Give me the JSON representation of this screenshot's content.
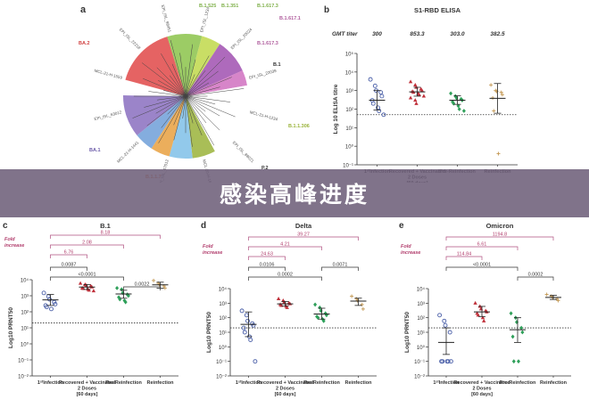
{
  "banner": {
    "text": "感染高峰进度"
  },
  "tree": {
    "panel_label": "a",
    "clades": [
      {
        "name": "B.1.525",
        "color": "#7fb04a"
      },
      {
        "name": "B.1.351",
        "color": "#7fb04a"
      },
      {
        "name": "B.1.617.3",
        "color": "#7fb04a"
      },
      {
        "name": "B.1.617.1",
        "color": "#b05e9e"
      },
      {
        "name": "B.1.617.3",
        "color": "#b05e9e"
      },
      {
        "name": "B.1",
        "color": "#333333"
      },
      {
        "name": "B.1.1.306",
        "color": "#9ab33a"
      },
      {
        "name": "P.2",
        "color": "#333333"
      },
      {
        "name": "B.1.1.7",
        "color": "#e07a3a"
      },
      {
        "name": "BA.1",
        "color": "#6a5aa8"
      },
      {
        "name": "BA.2",
        "color": "#d04040"
      }
    ],
    "sectors": [
      {
        "color": "#8bc34a",
        "frac": 0.09
      },
      {
        "color": "#c0d84a",
        "frac": 0.05
      },
      {
        "color": "#a050b0",
        "frac": 0.09
      },
      {
        "color": "#d070c0",
        "frac": 0.04
      },
      {
        "color": "#ffffff",
        "frac": 0.2
      },
      {
        "color": "#9ab33a",
        "frac": 0.06
      },
      {
        "color": "#7fc0e8",
        "frac": 0.06
      },
      {
        "color": "#e8a040",
        "frac": 0.05
      },
      {
        "color": "#6f9fd8",
        "frac": 0.05
      },
      {
        "color": "#8a6fc0",
        "frac": 0.11
      },
      {
        "color": "#ffffff",
        "frac": 0.04
      },
      {
        "color": "#e04848",
        "frac": 0.16
      }
    ],
    "tip_labels": [
      "EPI_ISL_1234",
      "EPI_ISL_20024",
      "EPI_ISL_22039",
      "MCL-21-H-1234",
      "EPI_ISL_88021",
      "MCL-20-H-1601",
      "EPI_ISL_47512",
      "MCL-21-H-1441",
      "EPI_ISL_63012",
      "MCL-21-H-1559",
      "EPI_ISL_22218",
      "EPI_ISL_98451"
    ]
  },
  "chart_data": [
    {
      "id": "b",
      "type": "scatter",
      "panel_label": "b",
      "title": "S1-RBD ELISA",
      "ylabel": "Log 10 ELISA titre",
      "y_scale": "log",
      "ylim": [
        0.1,
        100000
      ],
      "y_ticks": [
        "10⁵",
        "10⁴",
        "10³",
        "10²",
        "10¹",
        "10⁰",
        "10⁻¹"
      ],
      "header_label": "GMT titer",
      "categories": [
        "1ˢᵗInfection",
        "Recovered + Vaccinated 2 Doses [60 days]",
        "Pre-Reinfection",
        "Reinfection"
      ],
      "header_values": [
        "300",
        "853.3",
        "303.0",
        "382.5"
      ],
      "colors": [
        "#4a5fa8",
        "#c0303a",
        "#2fa05a",
        "#c8a060"
      ],
      "markers": [
        "circle",
        "triangle",
        "diamond",
        "plus"
      ],
      "points": [
        [
          4000,
          1800,
          1000,
          800,
          500,
          300,
          200,
          120,
          80,
          50
        ],
        [
          3000,
          2000,
          1500,
          1200,
          1000,
          900,
          800,
          700,
          600,
          500,
          400,
          300,
          200
        ],
        [
          700,
          500,
          400,
          350,
          300,
          250,
          200,
          150,
          100,
          80
        ],
        [
          2000,
          1000,
          900,
          800,
          600,
          400,
          80,
          0.4
        ]
      ],
      "means": [
        300,
        853.3,
        303.0,
        382.5
      ],
      "err_low": [
        90,
        500,
        180,
        60
      ],
      "err_high": [
        1000,
        1500,
        520,
        2400
      ],
      "threshold": 50
    },
    {
      "id": "c",
      "type": "scatter",
      "panel_label": "c",
      "title": "B.1",
      "ylabel": "Log10 PRNT50",
      "y_scale": "log",
      "ylim": [
        0.01,
        10000
      ],
      "y_ticks": [
        "10⁴",
        "10³",
        "10²",
        "10¹",
        "10⁰",
        "10⁻¹",
        "10⁻²"
      ],
      "categories": [
        "1ˢᵗInfection",
        "Recovered + Vaccinated 2 Doses [60 days]",
        "Pre-Reinfection",
        "Reinfection"
      ],
      "colors": [
        "#4a5fa8",
        "#c0303a",
        "#2fa05a",
        "#c8a060"
      ],
      "markers": [
        "circle",
        "triangle",
        "diamond",
        "plus"
      ],
      "points": [
        [
          1500,
          900,
          600,
          400,
          300,
          250,
          200,
          150
        ],
        [
          6000,
          5000,
          4500,
          4000,
          3500,
          3000,
          2800,
          2500,
          2200,
          2000
        ],
        [
          3000,
          2500,
          1500,
          1200,
          1000,
          800,
          600,
          500,
          400
        ],
        [
          9000,
          6000,
          5000,
          4000,
          3000
        ]
      ],
      "means": [
        550,
        3500,
        1300,
        4800
      ],
      "err_low": [
        250,
        2500,
        700,
        3000
      ],
      "err_high": [
        1200,
        5000,
        2200,
        7000
      ],
      "threshold": 20,
      "fold_label": "Fold increase",
      "fold_brackets": [
        {
          "from": 0,
          "to": 3,
          "label": "8.18",
          "level": 0
        },
        {
          "from": 0,
          "to": 2,
          "label": "2.08",
          "level": 1
        },
        {
          "from": 0,
          "to": 1,
          "label": "6.76",
          "level": 2
        }
      ],
      "p_brackets": [
        {
          "from": 0,
          "to": 1,
          "label": "0.0087",
          "level": 0
        },
        {
          "from": 0,
          "to": 2,
          "label": "<0.0001",
          "level": 1
        },
        {
          "from": 2,
          "to": 3,
          "label": "0.0022",
          "level": 2
        }
      ]
    },
    {
      "id": "d",
      "type": "scatter",
      "panel_label": "d",
      "title": "Delta",
      "ylabel": "Log10 PRNT50",
      "y_scale": "log",
      "ylim": [
        0.01,
        10000
      ],
      "y_ticks": [
        "10⁴",
        "10³",
        "10²",
        "10¹",
        "10⁰",
        "10⁻¹",
        "10⁻²"
      ],
      "categories": [
        "1ˢᵗInfection",
        "Recovered + Vaccinated 2 Doses [60 days]",
        "Pre-Reinfection",
        "Reinfection"
      ],
      "colors": [
        "#4a5fa8",
        "#c0303a",
        "#2fa05a",
        "#c8a060"
      ],
      "markers": [
        "circle",
        "triangle",
        "diamond",
        "plus"
      ],
      "points": [
        [
          300,
          150,
          60,
          40,
          30,
          20,
          10,
          5,
          3,
          0.1
        ],
        [
          2000,
          1500,
          1200,
          1000,
          900,
          800,
          700,
          600,
          500
        ],
        [
          800,
          500,
          300,
          200,
          150,
          120,
          100,
          80,
          60
        ],
        [
          3000,
          2000,
          1500,
          800,
          400
        ]
      ],
      "means": [
        35,
        900,
        180,
        1400
      ],
      "err_low": [
        5,
        650,
        80,
        700
      ],
      "err_high": [
        250,
        1300,
        450,
        2200
      ],
      "threshold": 20,
      "fold_label": "Fold increase",
      "fold_brackets": [
        {
          "from": 0,
          "to": 3,
          "label": "39.27",
          "level": 0
        },
        {
          "from": 0,
          "to": 2,
          "label": "4.21",
          "level": 1
        },
        {
          "from": 0,
          "to": 1,
          "label": "24.63",
          "level": 2
        }
      ],
      "p_brackets": [
        {
          "from": 0,
          "to": 1,
          "label": "0.0106",
          "level": 0
        },
        {
          "from": 0,
          "to": 2,
          "label": "0.0002",
          "level": 1
        },
        {
          "from": 2,
          "to": 3,
          "label": "0.0071",
          "level": 0
        }
      ]
    },
    {
      "id": "e",
      "type": "scatter",
      "panel_label": "e",
      "title": "Omicron",
      "ylabel": "Log10 PRNT50",
      "y_scale": "log",
      "ylim": [
        0.01,
        10000
      ],
      "y_ticks": [
        "10⁴",
        "10³",
        "10²",
        "10¹",
        "10⁰",
        "10⁻¹",
        "10⁻²"
      ],
      "categories": [
        "1ˢᵗInfection",
        "Recovered + Vaccinated 2 Doses [60 days]",
        "Pre-Reinfection",
        "Reinfection"
      ],
      "colors": [
        "#4a5fa8",
        "#c0303a",
        "#2fa05a",
        "#c8a060"
      ],
      "markers": [
        "circle",
        "triangle",
        "diamond",
        "plus"
      ],
      "points": [
        [
          150,
          60,
          30,
          10,
          0.1,
          0.1,
          0.1,
          0.1,
          0.1
        ],
        [
          1000,
          600,
          400,
          300,
          250,
          200,
          150,
          100,
          60
        ],
        [
          200,
          100,
          50,
          20,
          10,
          5,
          0.1,
          0.1
        ],
        [
          4000,
          3000,
          2500,
          2000,
          1500
        ]
      ],
      "means": [
        2,
        250,
        15,
        2500
      ],
      "err_low": [
        0.3,
        120,
        2,
        1800
      ],
      "err_high": [
        20,
        600,
        100,
        3500
      ],
      "threshold": 20,
      "fold_label": "Fold increase",
      "fold_brackets": [
        {
          "from": 0,
          "to": 3,
          "label": "1194.8",
          "level": 0
        },
        {
          "from": 0,
          "to": 2,
          "label": "6.61",
          "level": 1
        },
        {
          "from": 0,
          "to": 1,
          "label": "114.84",
          "level": 2
        }
      ],
      "p_brackets": [
        {
          "from": 0,
          "to": 2,
          "label": "<0.0001",
          "level": 0
        },
        {
          "from": 2,
          "to": 3,
          "label": "0.0002",
          "level": 1
        }
      ]
    }
  ]
}
